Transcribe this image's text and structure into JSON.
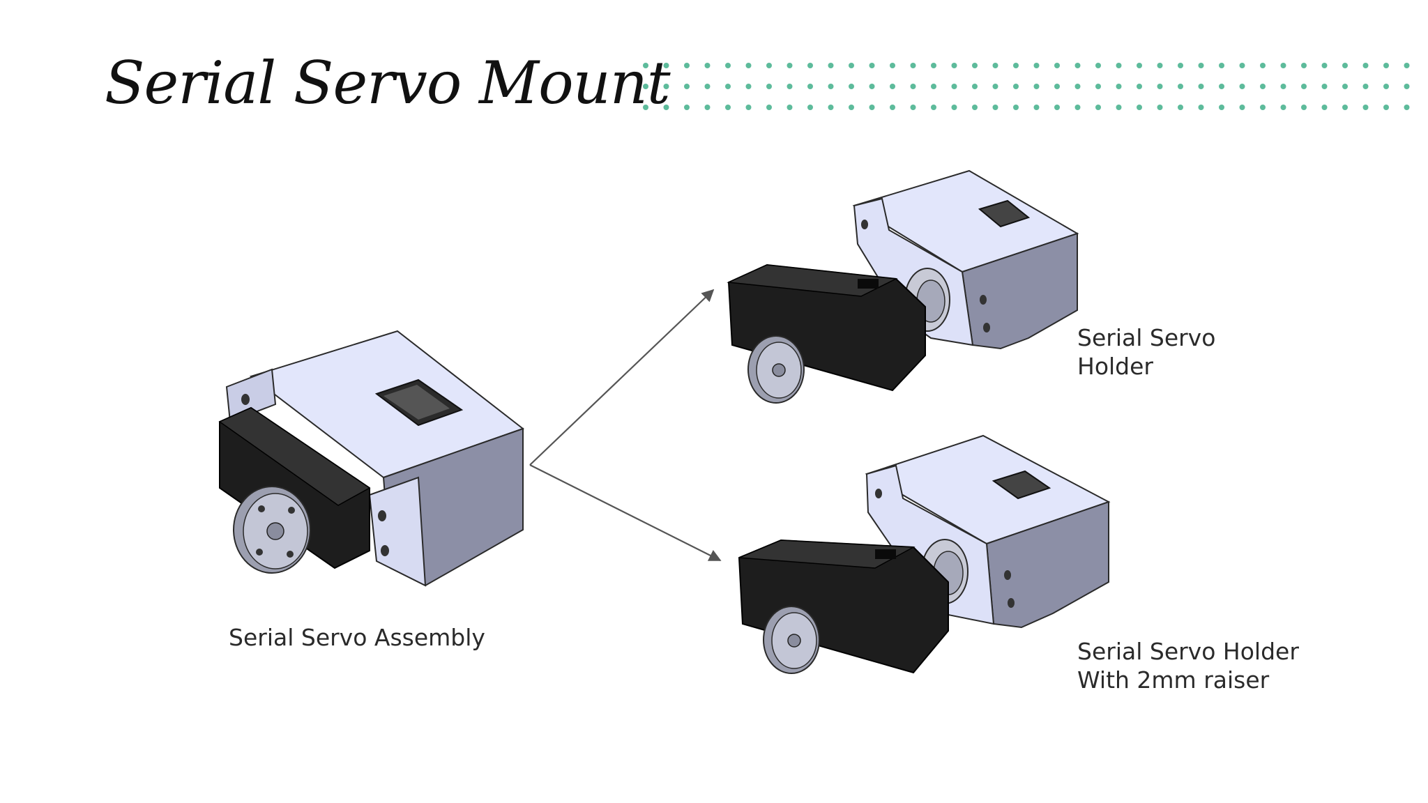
{
  "title": "Serial Servo Mount",
  "colors": {
    "accent_dots": "#5dbb9b",
    "holder_fill": "#dde1f8",
    "holder_side": "#8c8fa6",
    "servo_body": "#1a1a1a",
    "arrow": "#555555"
  },
  "labels": {
    "assembly": "Serial Servo Assembly",
    "holder_line1": "Serial Servo",
    "holder_line2": "Holder",
    "raiser_line1": "Serial Servo Holder",
    "raiser_line2": "With 2mm raiser"
  },
  "figures": [
    {
      "name": "Serial Servo Assembly",
      "icon": "servo-assembly-render"
    },
    {
      "name": "Serial Servo Holder",
      "icon": "servo-holder-exploded-render"
    },
    {
      "name": "Serial Servo Holder With 2mm raiser",
      "icon": "servo-holder-raiser-exploded-render"
    }
  ],
  "arrows": [
    {
      "from": "Serial Servo Assembly",
      "to": "Serial Servo Holder"
    },
    {
      "from": "Serial Servo Assembly",
      "to": "Serial Servo Holder With 2mm raiser"
    }
  ]
}
